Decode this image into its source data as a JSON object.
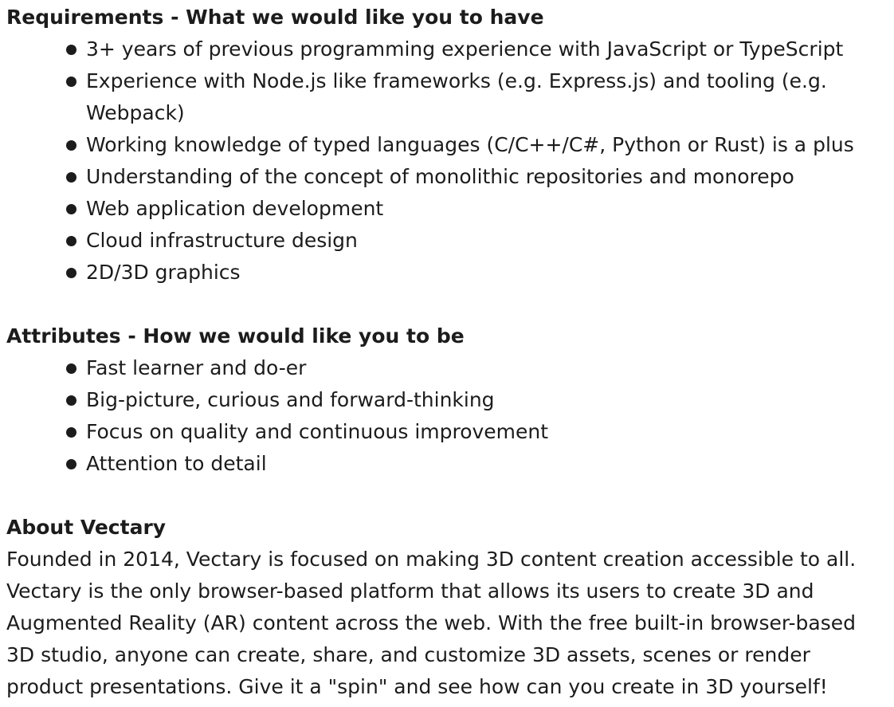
{
  "requirements": {
    "heading": "Requirements - What we would like you to have",
    "items": [
      "3+ years of previous programming experience with JavaScript or TypeScript",
      "Experience with Node.js like frameworks (e.g. Express.js) and tooling (e.g. Webpack)",
      "Working knowledge of typed languages (C/C++/C#, Python or Rust) is a plus",
      "Understanding of the concept of monolithic repositories and monorepo",
      "Web application development",
      "Cloud infrastructure design",
      "2D/3D graphics"
    ]
  },
  "attributes": {
    "heading": "Attributes - How we would like you to be",
    "items": [
      "Fast learner and do-er",
      "Big-picture, curious and forward-thinking",
      "Focus on quality and continuous improvement",
      "Attention to detail"
    ]
  },
  "about": {
    "heading": "About Vectary",
    "text": "Founded in 2014, Vectary is focused on making 3D content creation accessible to all. Vectary is the only browser-based platform that allows its users to create 3D and Augmented Reality (AR) content across the web.  With the free built-in browser-based 3D studio, anyone can create, share, and customize 3D assets, scenes or render product presentations. Give it a \"spin\" and see how can you create in 3D yourself!"
  }
}
